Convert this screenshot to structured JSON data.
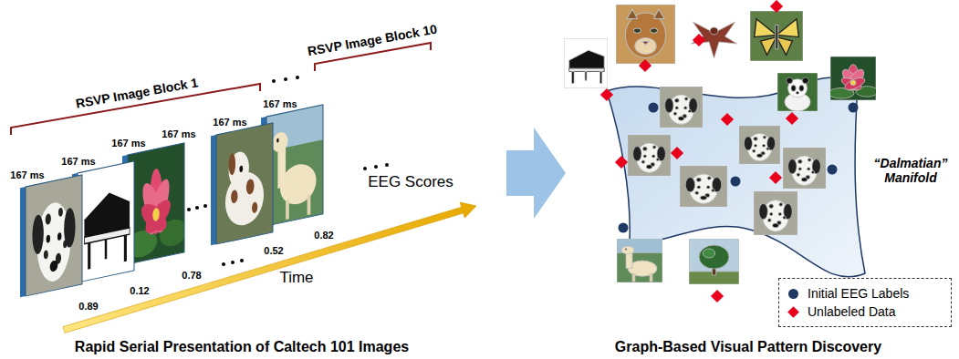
{
  "diagram": {
    "labels": [
      "RSVP Image Block 1",
      "RSVP Image Block 10",
      "167 ms",
      "167 ms",
      "167 ms",
      "167 ms",
      "167 ms",
      "167 ms",
      "0.89",
      "0.12",
      "0.78",
      "0.52",
      "0.82",
      "EEG Scores",
      "Time",
      "Rapid Serial Presentation of Caltech 101 Images",
      "“Dalmatian” Manifold",
      "Graph-Based Visual Pattern Discovery"
    ],
    "legend": [
      {
        "text": "Initial EEG Labels",
        "color": "#1f3864"
      },
      {
        "text": "Unlabeled Data",
        "color": "#e8001c"
      }
    ]
  }
}
